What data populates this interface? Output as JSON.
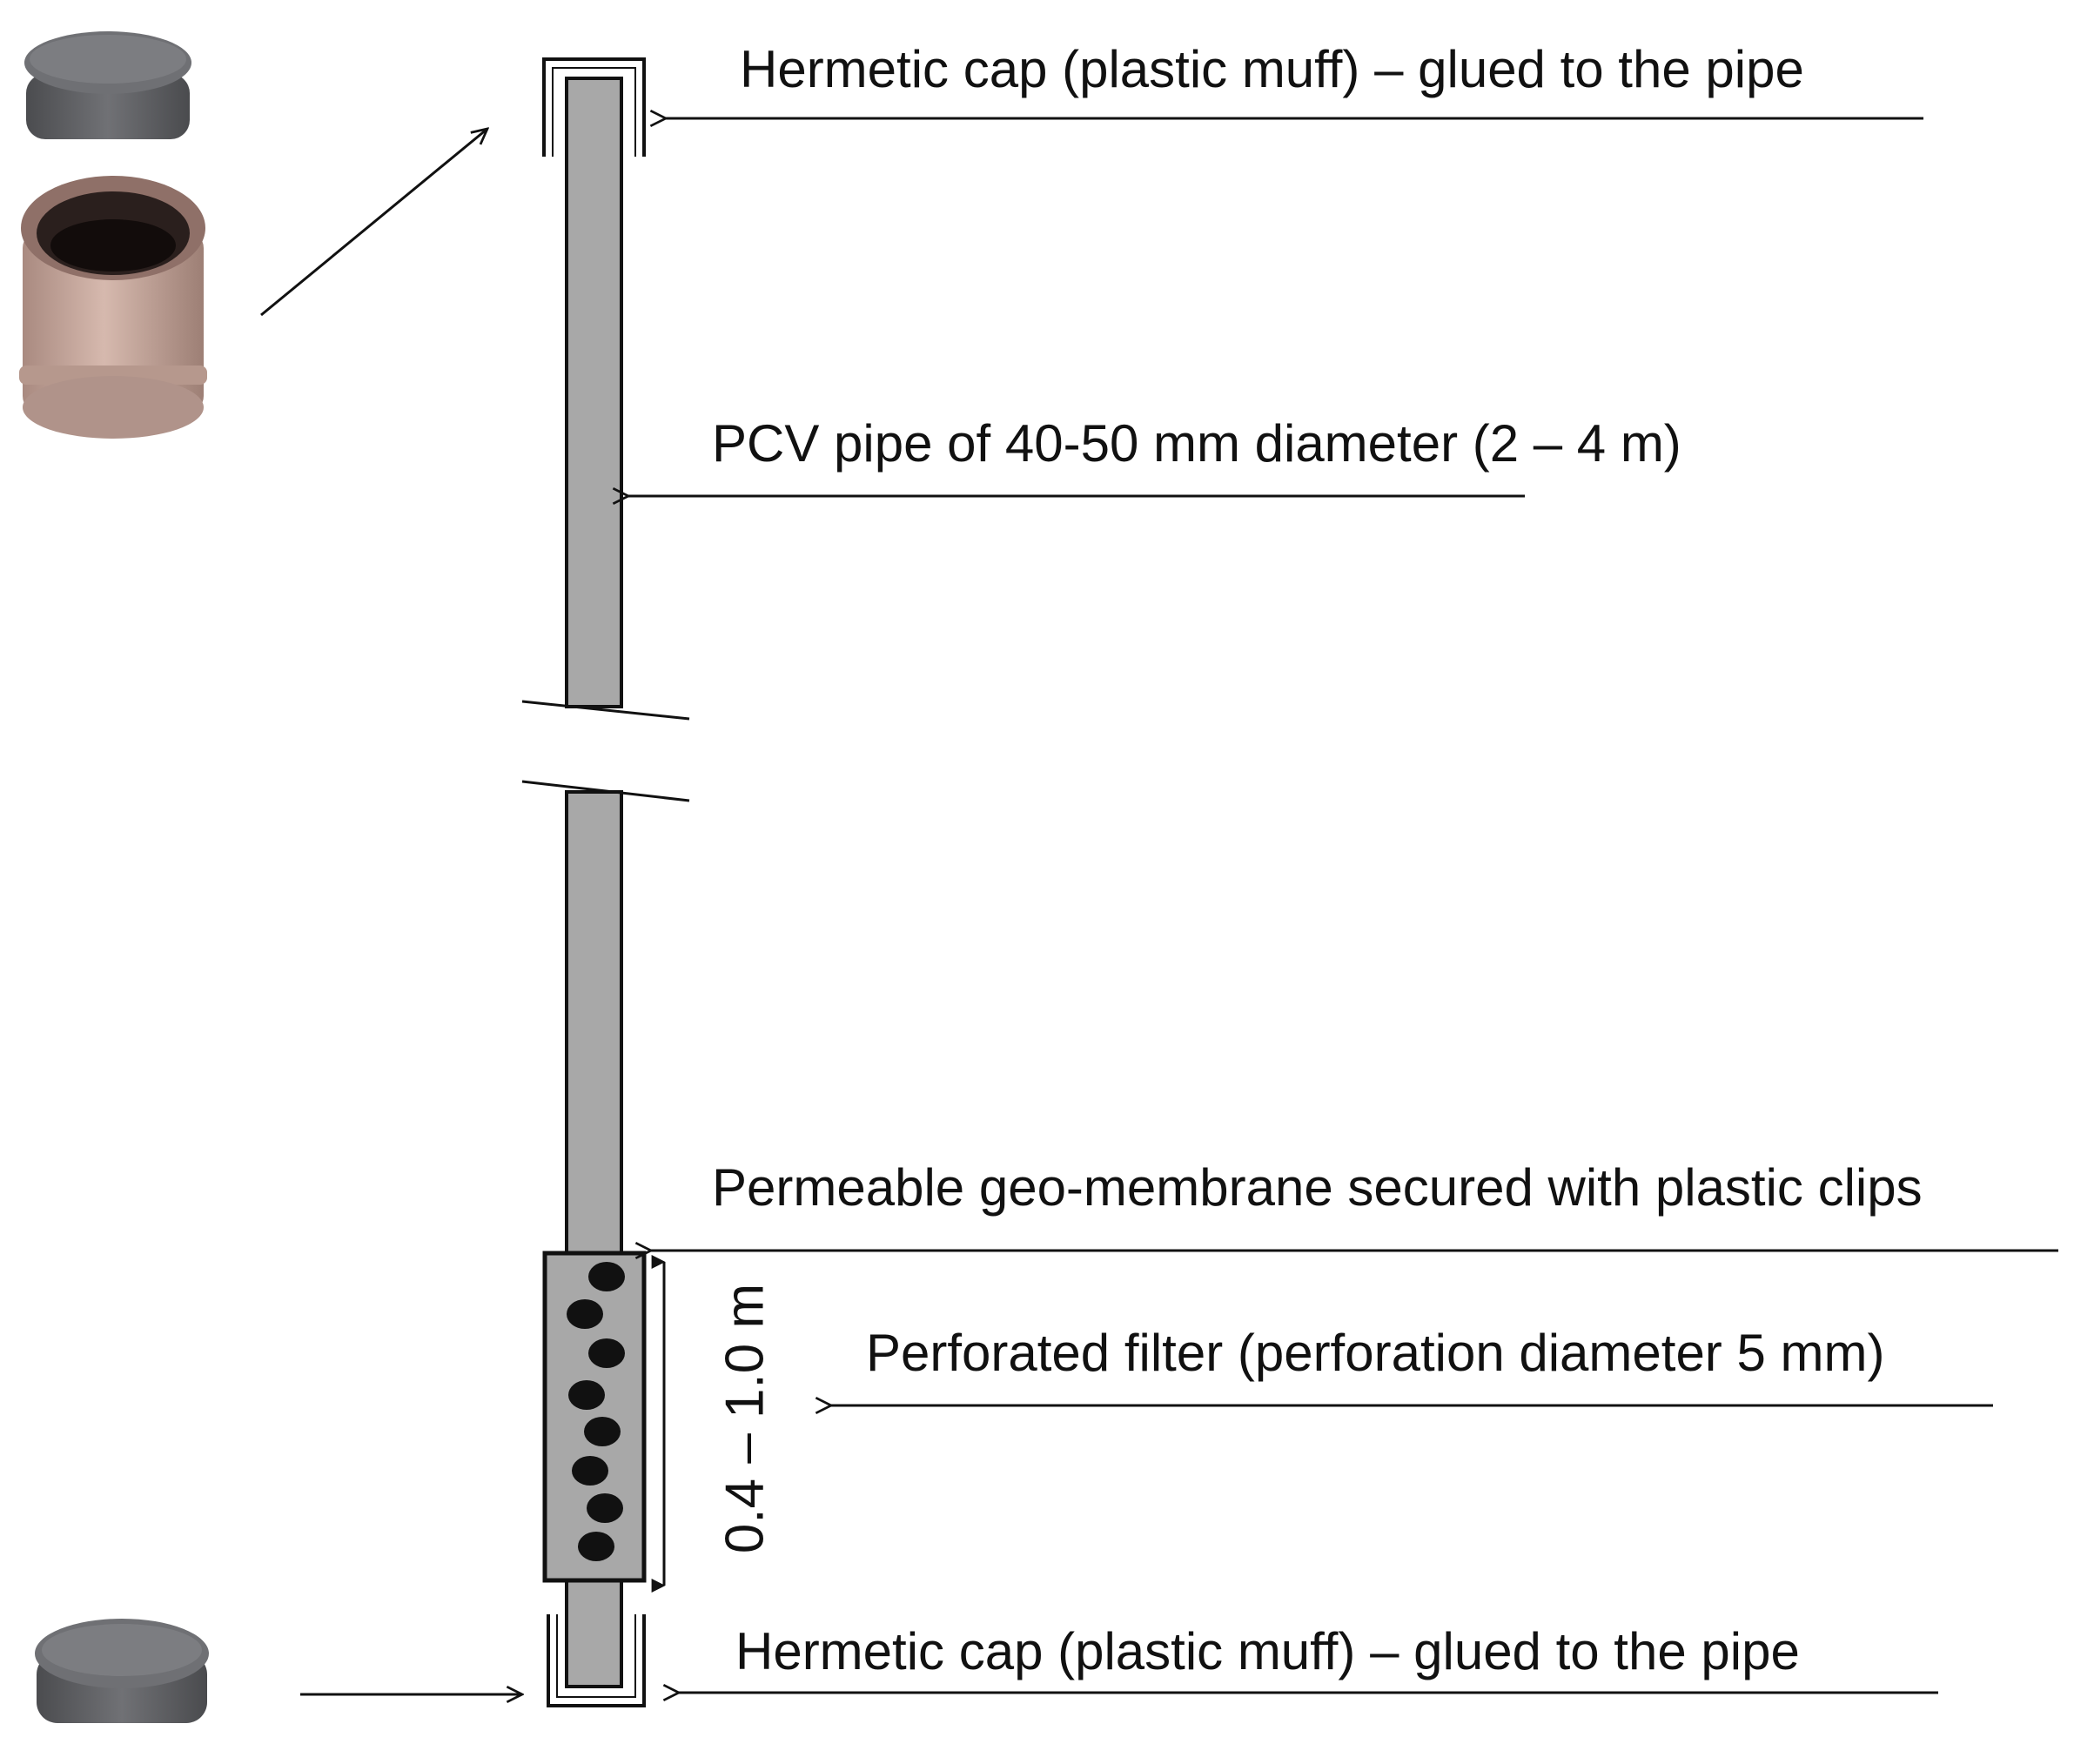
{
  "labels": {
    "top_cap": "Hermetic cap (plastic muff) – glued to the pipe",
    "pipe": "PCV pipe of 40-50 mm diameter (2 – 4 m)",
    "membrane": "Permeable geo-membrane secured with plastic clips",
    "filter": "Perforated filter (perforation diameter 5 mm)",
    "filter_length": "0.4 – 1.0 m",
    "bottom_cap": "Hermetic cap (plastic muff) – glued to the pipe"
  },
  "colors": {
    "pipe_fill": "#a8a8a8",
    "outline": "#111111",
    "cap_dark": "#5f6063",
    "muff_body": "#c4a59a",
    "perforation": "#111111"
  },
  "icons": {
    "top_cap_photo": "end-cap-icon",
    "muff_photo": "socket-muff-icon",
    "bottom_cap_photo": "end-cap-icon"
  },
  "perforation_count": 8
}
